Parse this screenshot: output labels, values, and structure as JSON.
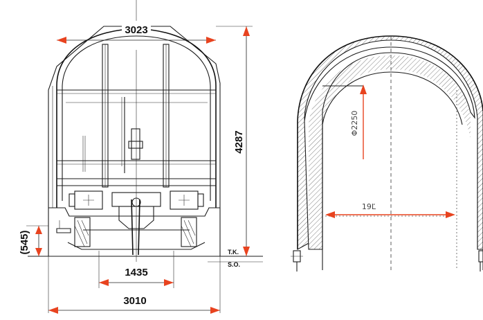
{
  "left_view": {
    "dims": {
      "top_width": "3023",
      "height": "4287",
      "low_height": "(545)",
      "gauge": "1435",
      "base_width": "3010"
    },
    "rail_labels": {
      "tk": "T.K.",
      "so": "S.O."
    }
  },
  "right_view": {
    "dims": {
      "diameter": "Φ2250",
      "width": "19Ľ"
    }
  },
  "colors": {
    "dimension_arrow": "#e8431f",
    "line": "#1a1a1a"
  }
}
